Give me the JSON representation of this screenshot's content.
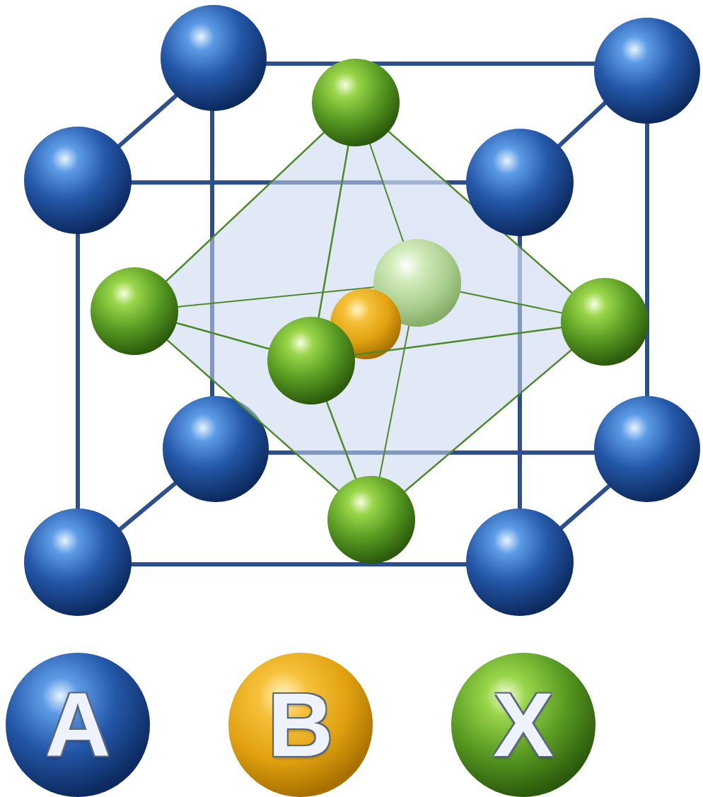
{
  "diagram": {
    "nodes": [
      {
        "text": [
          "A"
        ]
      },
      {
        "text": [
          "B"
        ]
      },
      {
        "text": [
          "X"
        ]
      }
    ]
  }
}
